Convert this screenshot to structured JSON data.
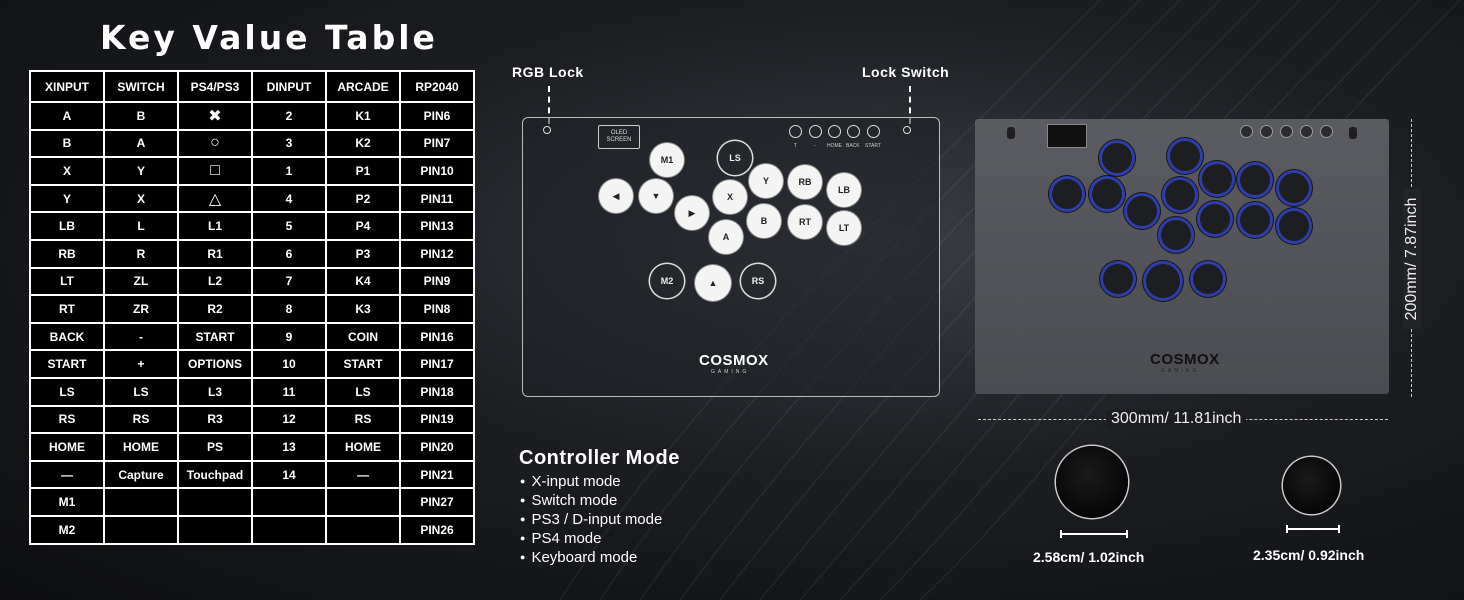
{
  "title": "Key Value Table",
  "table": {
    "headers": [
      "XINPUT",
      "SWITCH",
      "PS4/PS3",
      "DINPUT",
      "ARCADE",
      "RP2040"
    ],
    "rows": [
      [
        "A",
        "B",
        "✖",
        "2",
        "K1",
        "PIN6"
      ],
      [
        "B",
        "A",
        "○",
        "3",
        "K2",
        "PIN7"
      ],
      [
        "X",
        "Y",
        "□",
        "1",
        "P1",
        "PIN10"
      ],
      [
        "Y",
        "X",
        "△",
        "4",
        "P2",
        "PIN11"
      ],
      [
        "LB",
        "L",
        "L1",
        "5",
        "P4",
        "PIN13"
      ],
      [
        "RB",
        "R",
        "R1",
        "6",
        "P3",
        "PIN12"
      ],
      [
        "LT",
        "ZL",
        "L2",
        "7",
        "K4",
        "PIN9"
      ],
      [
        "RT",
        "ZR",
        "R2",
        "8",
        "K3",
        "PIN8"
      ],
      [
        "BACK",
        "-",
        "START",
        "9",
        "COIN",
        "PIN16"
      ],
      [
        "START",
        "+",
        "OPTIONS",
        "10",
        "START",
        "PIN17"
      ],
      [
        "LS",
        "LS",
        "L3",
        "11",
        "LS",
        "PIN18"
      ],
      [
        "RS",
        "RS",
        "R3",
        "12",
        "RS",
        "PIN19"
      ],
      [
        "HOME",
        "HOME",
        "PS",
        "13",
        "HOME",
        "PIN20"
      ],
      [
        "—",
        "Capture",
        "Touchpad",
        "14",
        "—",
        "PIN21"
      ],
      [
        "M1",
        "",
        "",
        "",
        "",
        "PIN27"
      ],
      [
        "M2",
        "",
        "",
        "",
        "",
        "PIN26"
      ]
    ]
  },
  "labels": {
    "rgb_lock": "RGB Lock",
    "lock_switch": "Lock Switch"
  },
  "diagram": {
    "oled_text": "OLED SCREEN",
    "top_labels": [
      "T",
      "-",
      "HOME",
      "BACK",
      "START"
    ],
    "brand": "COSMOX",
    "brand_sub": "GAMING",
    "buttons": {
      "m1": "M1",
      "ls": "LS",
      "left": "◀",
      "down": "▼",
      "right": "▶",
      "x": "X",
      "y": "Y",
      "rb": "RB",
      "lb": "LB",
      "a": "A",
      "b": "B",
      "rt": "RT",
      "lt": "LT",
      "m2": "M2",
      "up": "▲",
      "rs": "RS"
    }
  },
  "photo": {
    "brand": "COSMOX",
    "brand_sub": "GAMING",
    "width_label": "300mm/ 11.81inch",
    "height_label": "200mm/ 7.87inch"
  },
  "controller_mode": {
    "title": "Controller Mode",
    "modes": [
      "X-input mode",
      "Switch mode",
      "PS3 / D-input mode",
      "PS4 mode",
      "Keyboard mode"
    ]
  },
  "knobs": {
    "large_label": "2.58cm/ 1.02inch",
    "small_label": "2.35cm/ 0.92inch"
  }
}
